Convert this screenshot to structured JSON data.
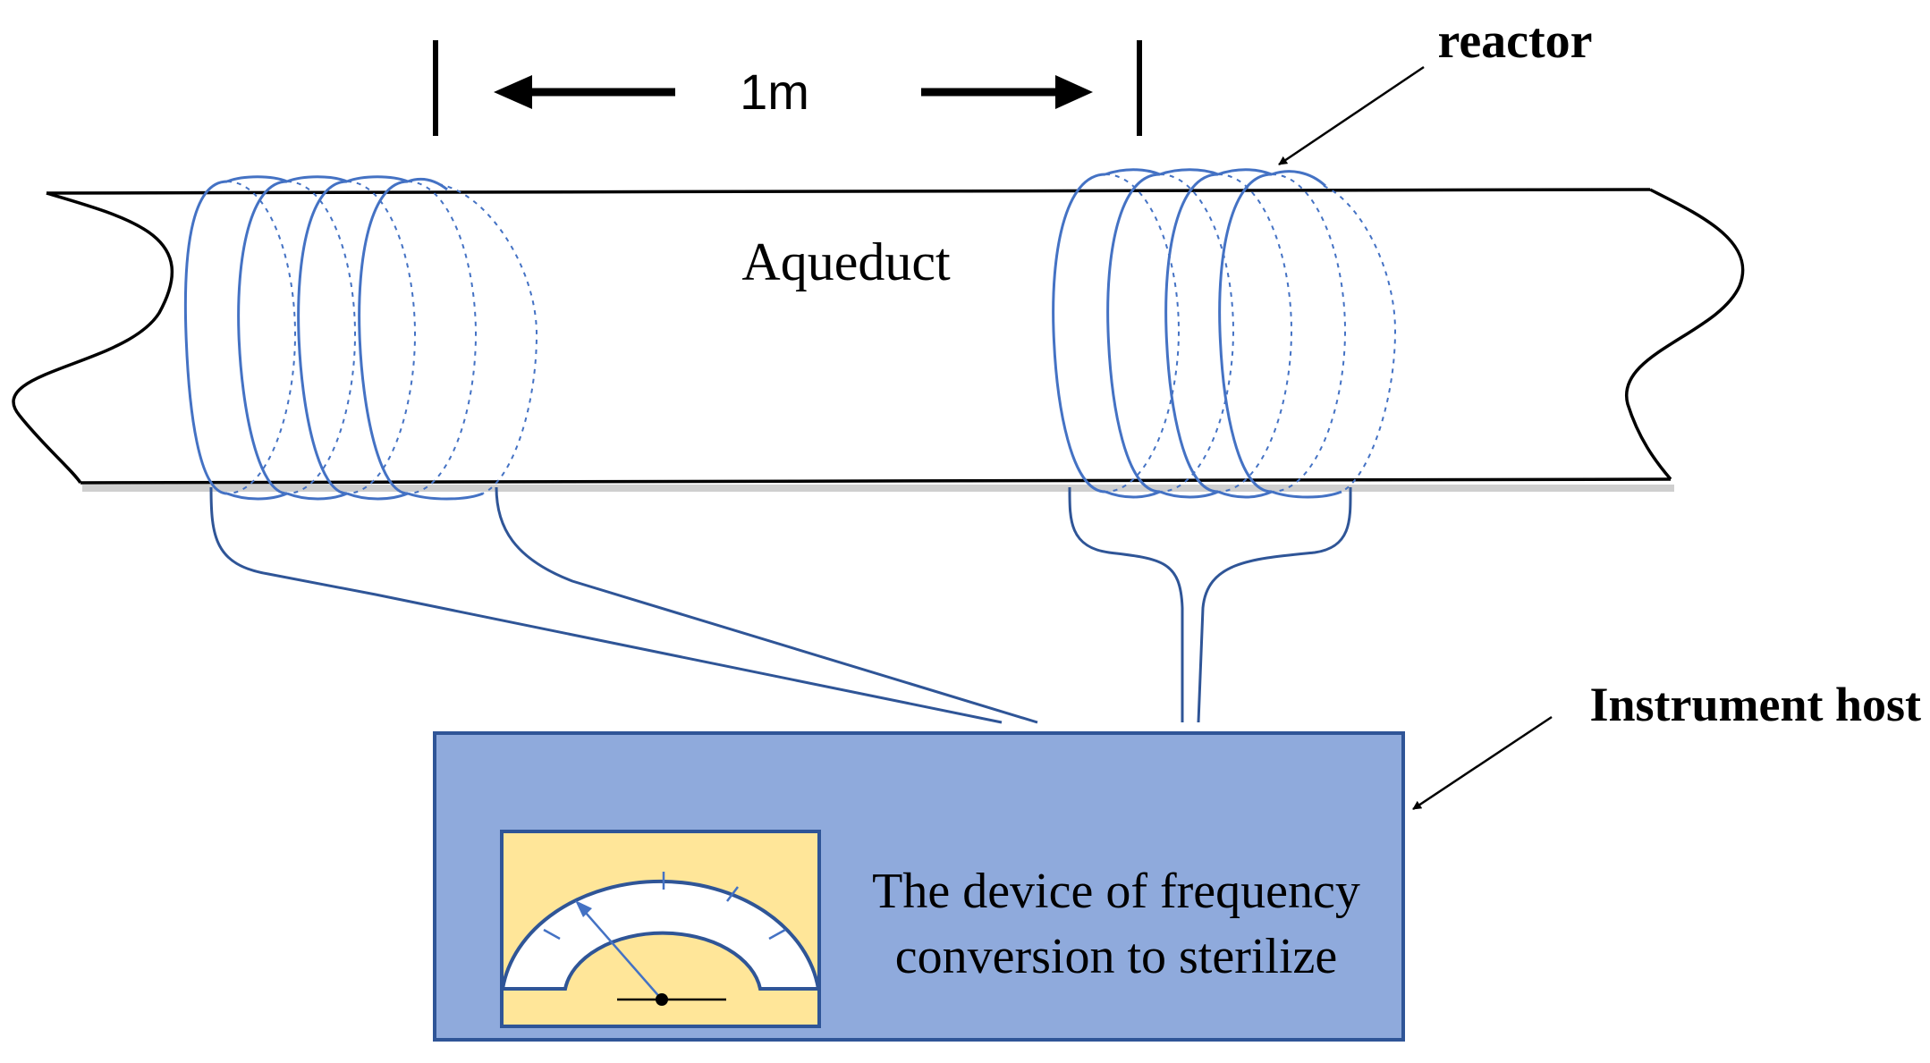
{
  "labels": {
    "distance": "1m",
    "pipe": "Aqueduct",
    "reactor": "reactor",
    "host": "Instrument host",
    "device_line1": "The device of frequency",
    "device_line2": "conversion to sterilize"
  },
  "colors": {
    "coil": "#4472c4",
    "wire": "#2f5597",
    "host_fill": "#8faadc",
    "host_stroke": "#2f5597",
    "meter_bg": "#ffe699",
    "outline": "#000000"
  },
  "icons": {
    "meter": "dial-gauge-icon"
  }
}
